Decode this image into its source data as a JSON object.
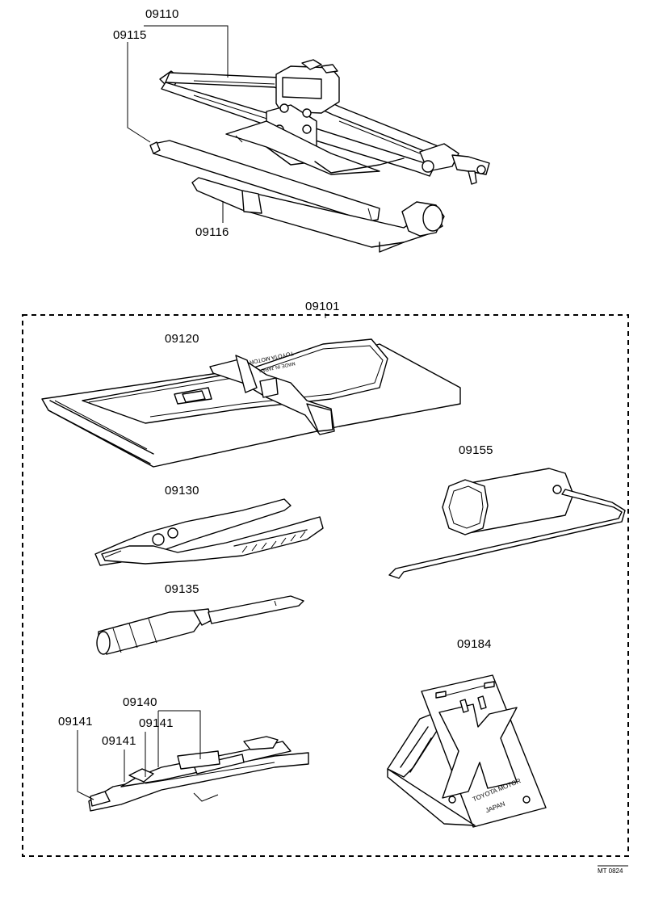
{
  "labels": {
    "jack_assy": "09110",
    "jack_handle": "09115",
    "wrench_handle": "09116",
    "tool_set": "09101",
    "tool_bag": "09120",
    "plug_wrench": "09155",
    "pliers": "09130",
    "screwdriver": "09135",
    "wrench_set": "09140",
    "wrench_a": "09141",
    "wrench_b": "09141",
    "wrench_c": "09141",
    "wheel_chock": "09184"
  },
  "imprints": {
    "bag_text": "TOYOTA MOTOR",
    "bag_subtext": "MADE IN JAPAN",
    "chock_text_1": "TOYOTA MOTOR",
    "chock_text_2": "JAPAN"
  },
  "figure_code": "MT 0824"
}
